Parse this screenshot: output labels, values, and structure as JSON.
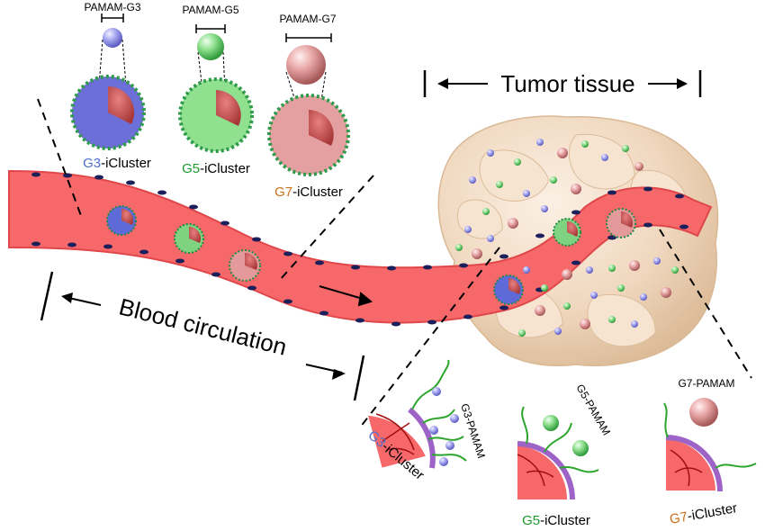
{
  "top_labels": {
    "g3_pamam": "PAMAM-G3",
    "g5_pamam": "PAMAM-G5",
    "g7_pamam": "PAMAM-G7"
  },
  "cluster_labels": {
    "g3_prefix": "G3",
    "g5_prefix": "G5",
    "g7_prefix": "G7",
    "suffix": "-iCluster"
  },
  "regions": {
    "tumor": "Tumor tissue",
    "blood": "Blood circulation"
  },
  "detail_labels": {
    "g3_pamam": "G3-PAMAM",
    "g5_pamam": "G5-PAMAM",
    "g7_pamam": "G7-PAMAM"
  },
  "colors": {
    "g3": "#4f6fcf",
    "g5": "#1f9a2e",
    "g7": "#c8701c",
    "vessel": "#f7686a",
    "nucleus": "#1b1f5a",
    "tumor": "#ecd2b6"
  }
}
